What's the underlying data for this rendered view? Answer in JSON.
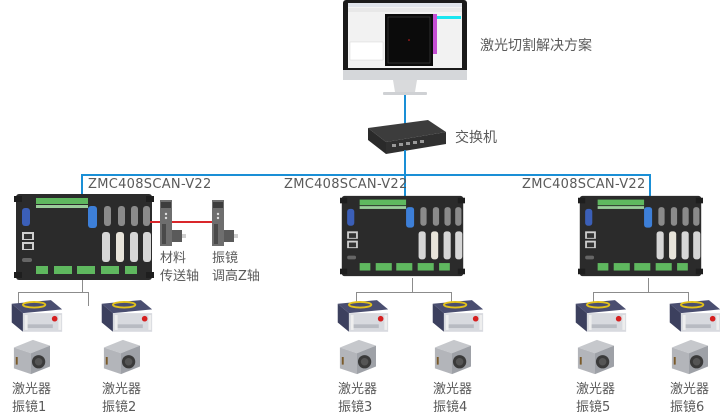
{
  "title": "激光切割解决方案",
  "switch_label": "交换机",
  "colors": {
    "network": "#1a8fd6",
    "axis_link": "#d9262a",
    "laser_link": "#8c8c8c",
    "text": "#5a5a5a"
  },
  "controllers": [
    {
      "model": "ZMC408SCAN-V22",
      "axes": [
        {
          "line1": "材料",
          "line2": "传送轴"
        },
        {
          "line1": "振镜",
          "line2": "调高Z轴"
        }
      ],
      "lasers": [
        {
          "line1": "激光器",
          "line2": "振镜1"
        },
        {
          "line1": "激光器",
          "line2": "振镜2"
        }
      ]
    },
    {
      "model": "ZMC408SCAN-V22",
      "lasers": [
        {
          "line1": "激光器",
          "line2": "振镜3"
        },
        {
          "line1": "激光器",
          "line2": "振镜4"
        }
      ]
    },
    {
      "model": "ZMC408SCAN-V22",
      "lasers": [
        {
          "line1": "激光器",
          "line2": "振镜5"
        },
        {
          "line1": "激光器",
          "line2": "振镜6"
        }
      ]
    }
  ]
}
